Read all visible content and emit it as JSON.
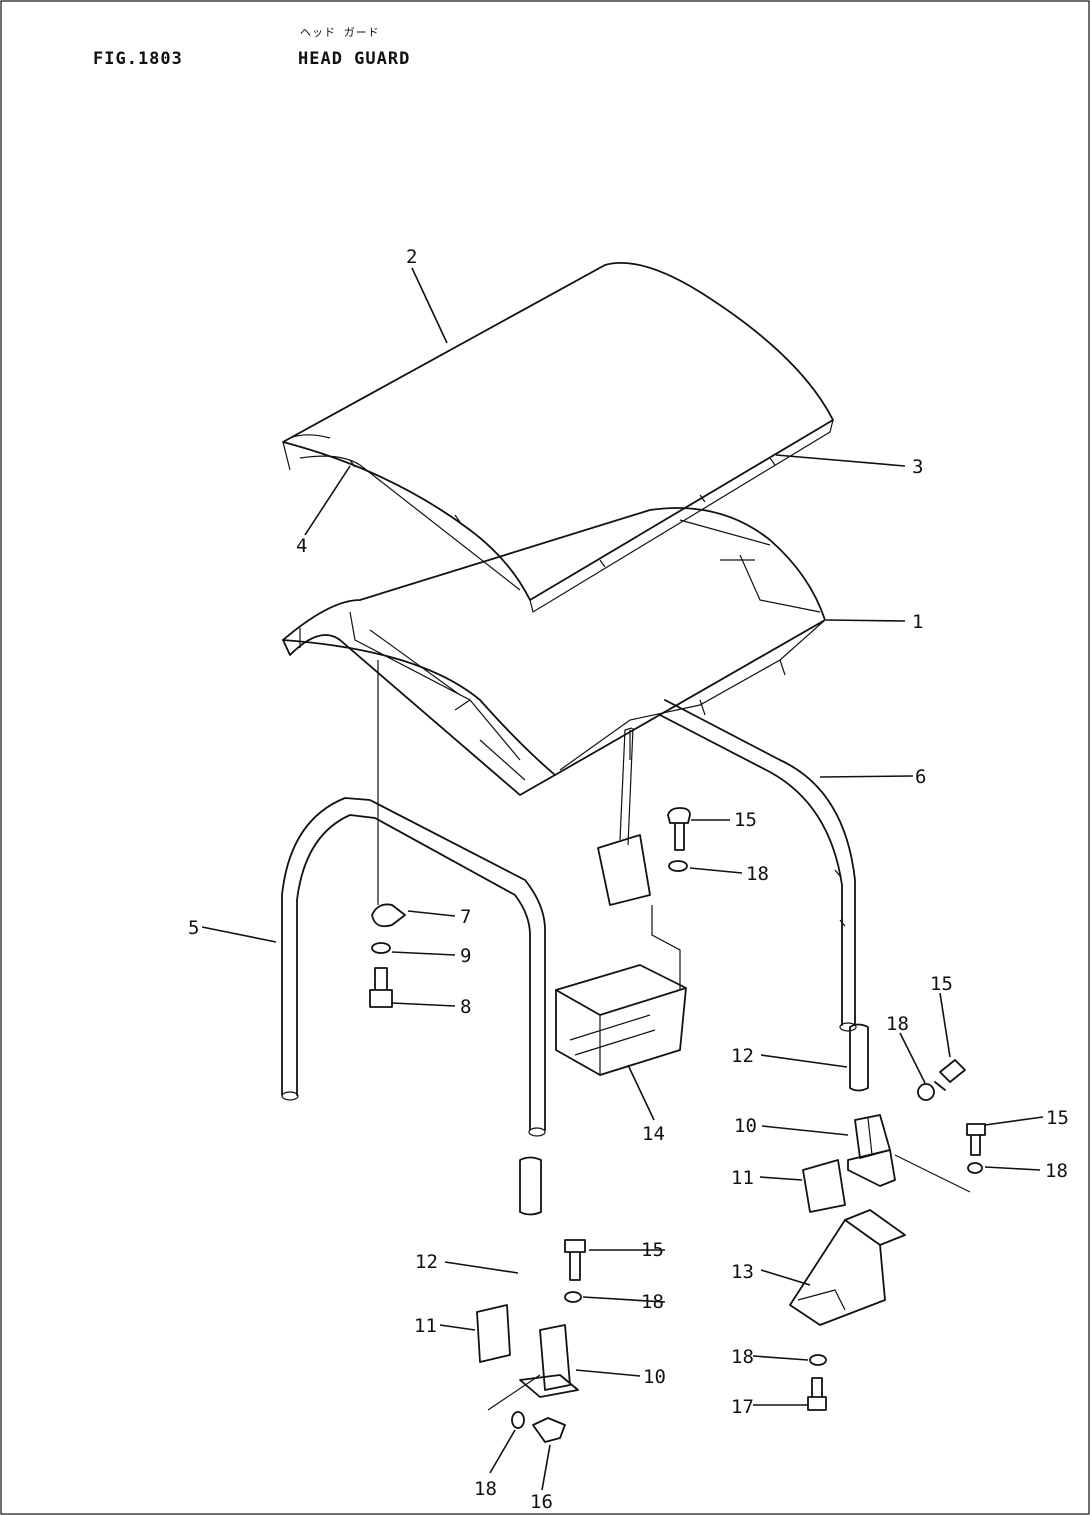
{
  "header": {
    "figure": "FIG.1803",
    "title_jp": "ヘッド ガード",
    "title_en": "HEAD GUARD"
  },
  "callouts": [
    {
      "key": "c1",
      "label": "1"
    },
    {
      "key": "c2",
      "label": "2"
    },
    {
      "key": "c3",
      "label": "3"
    },
    {
      "key": "c4",
      "label": "4"
    },
    {
      "key": "c5",
      "label": "5"
    },
    {
      "key": "c6",
      "label": "6"
    },
    {
      "key": "c7",
      "label": "7"
    },
    {
      "key": "c8",
      "label": "8"
    },
    {
      "key": "c9",
      "label": "9"
    },
    {
      "key": "c10a",
      "label": "10"
    },
    {
      "key": "c10b",
      "label": "10"
    },
    {
      "key": "c11a",
      "label": "11"
    },
    {
      "key": "c11b",
      "label": "11"
    },
    {
      "key": "c12a",
      "label": "12"
    },
    {
      "key": "c12b",
      "label": "12"
    },
    {
      "key": "c13",
      "label": "13"
    },
    {
      "key": "c14",
      "label": "14"
    },
    {
      "key": "c15a",
      "label": "15"
    },
    {
      "key": "c15b",
      "label": "15"
    },
    {
      "key": "c15c",
      "label": "15"
    },
    {
      "key": "c15d",
      "label": "15"
    },
    {
      "key": "c16",
      "label": "16"
    },
    {
      "key": "c17",
      "label": "17"
    },
    {
      "key": "c18a",
      "label": "18"
    },
    {
      "key": "c18b",
      "label": "18"
    },
    {
      "key": "c18c",
      "label": "18"
    },
    {
      "key": "c18d",
      "label": "18"
    },
    {
      "key": "c18e",
      "label": "18"
    },
    {
      "key": "c18f",
      "label": "18"
    }
  ]
}
